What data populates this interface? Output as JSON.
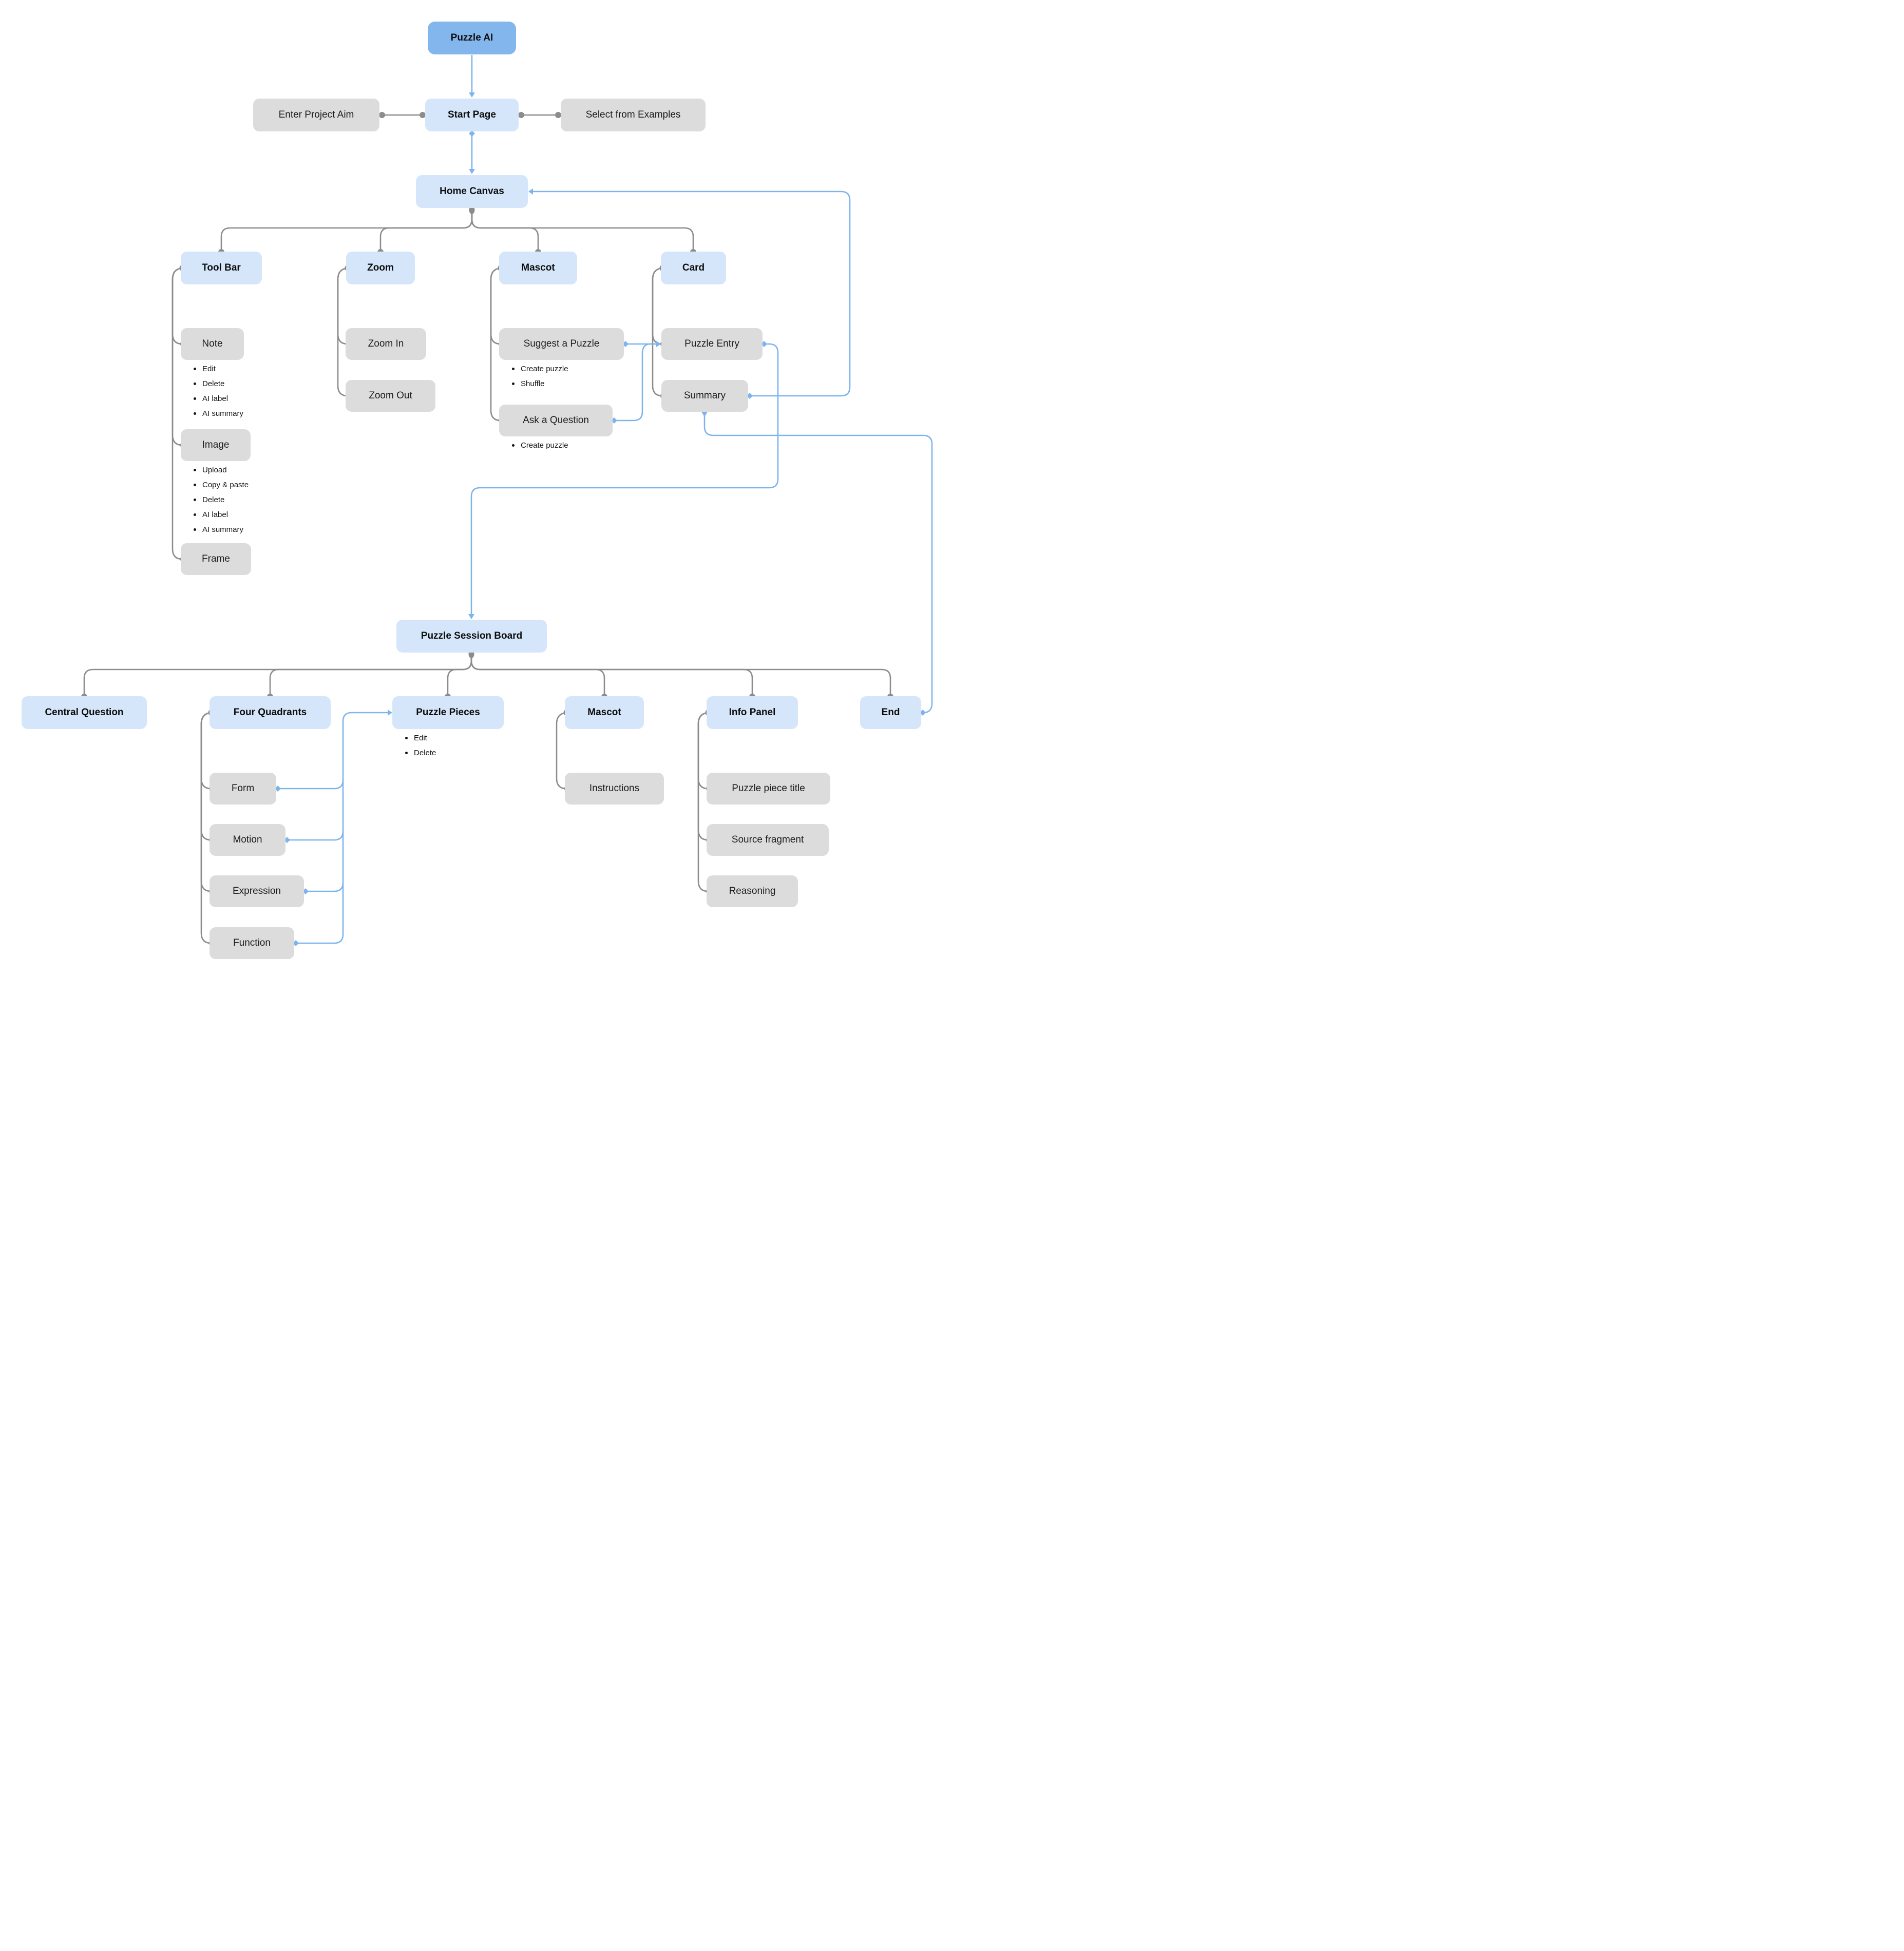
{
  "diagram": {
    "colors": {
      "root_blue": "#84b6ee",
      "header_blue": "#d5e6fa",
      "gray_box": "#dcdcdc",
      "connector_gray": "#8c8c8c",
      "connector_blue": "#7db4ed",
      "text": "#0d0d0d"
    },
    "nodes": {
      "puzzle_ai": {
        "label": "Puzzle AI"
      },
      "start_page": {
        "label": "Start Page"
      },
      "enter_project_aim": {
        "label": "Enter Project Aim"
      },
      "select_from_examples": {
        "label": "Select from Examples"
      },
      "home_canvas": {
        "label": "Home Canvas"
      },
      "tool_bar": {
        "label": "Tool Bar"
      },
      "zoom": {
        "label": "Zoom"
      },
      "mascot": {
        "label": "Mascot"
      },
      "card": {
        "label": "Card"
      },
      "note": {
        "label": "Note",
        "bullets": [
          "Edit",
          "Delete",
          "AI label",
          "AI summary"
        ]
      },
      "image": {
        "label": "Image",
        "bullets": [
          "Upload",
          "Copy & paste",
          "Delete",
          "AI label",
          "AI summary"
        ]
      },
      "frame": {
        "label": "Frame"
      },
      "zoom_in": {
        "label": "Zoom In"
      },
      "zoom_out": {
        "label": "Zoom Out"
      },
      "suggest_a_puzzle": {
        "label": "Suggest a Puzzle",
        "bullets": [
          "Create puzzle",
          "Shuffle"
        ]
      },
      "ask_a_question": {
        "label": "Ask a Question",
        "bullets": [
          "Create puzzle"
        ]
      },
      "puzzle_entry": {
        "label": "Puzzle Entry"
      },
      "summary": {
        "label": "Summary"
      },
      "puzzle_session_board": {
        "label": "Puzzle Session Board"
      },
      "central_question": {
        "label": "Central Question"
      },
      "four_quadrants": {
        "label": "Four Quadrants"
      },
      "puzzle_pieces": {
        "label": "Puzzle Pieces",
        "bullets": [
          "Edit",
          "Delete"
        ]
      },
      "mascot_board": {
        "label": "Mascot"
      },
      "info_panel": {
        "label": "Info Panel"
      },
      "end": {
        "label": "End"
      },
      "form": {
        "label": "Form"
      },
      "motion": {
        "label": "Motion"
      },
      "expression": {
        "label": "Expression"
      },
      "function": {
        "label": "Function"
      },
      "instructions": {
        "label": "Instructions"
      },
      "puzzle_piece_title": {
        "label": "Puzzle piece title"
      },
      "source_fragment": {
        "label": "Source fragment"
      },
      "reasoning": {
        "label": "Reasoning"
      }
    }
  }
}
